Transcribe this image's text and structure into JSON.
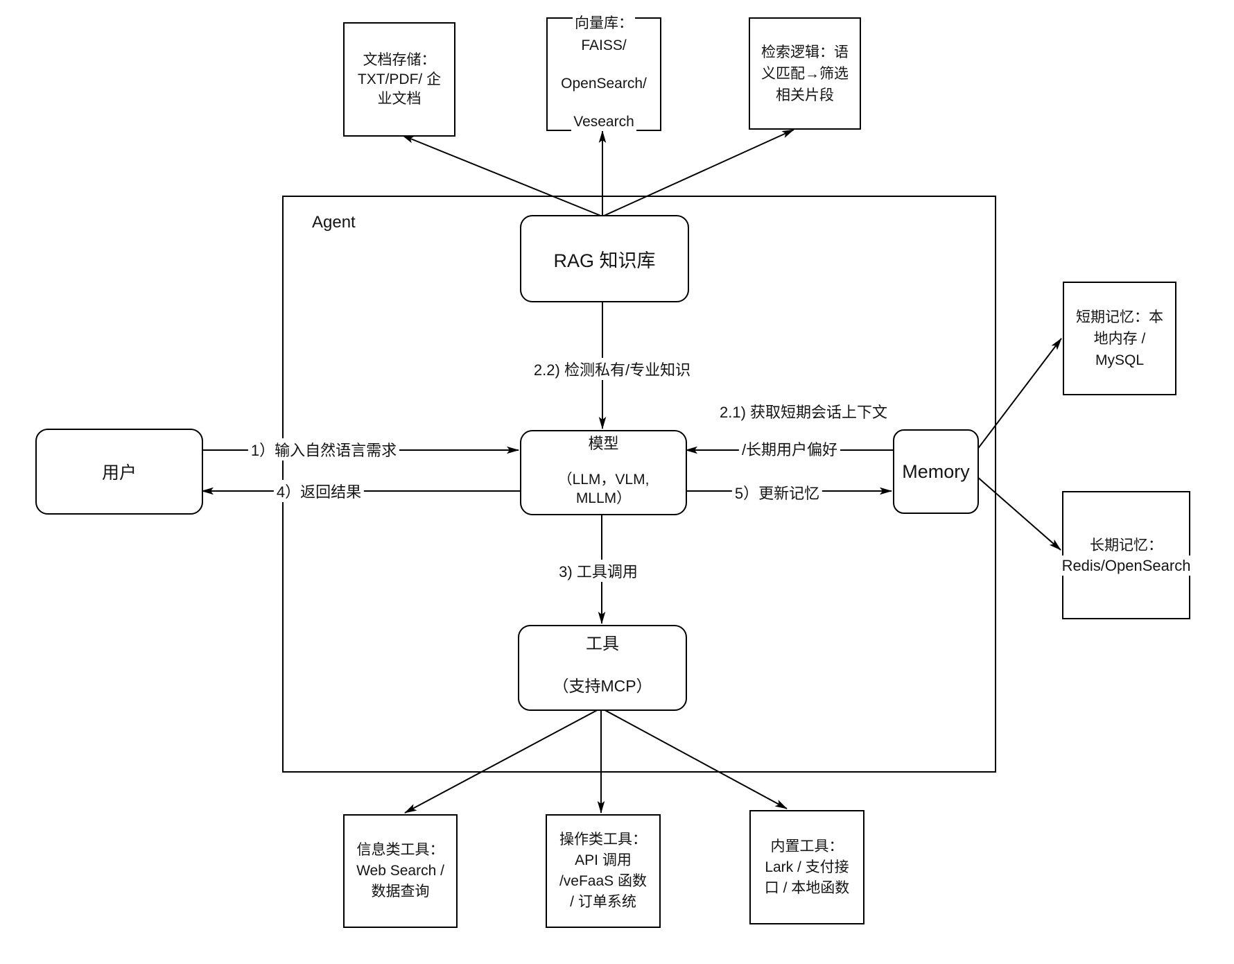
{
  "colors": {
    "stroke": "#000000",
    "text": "#141414",
    "background": "#ffffff"
  },
  "agent": {
    "label": "Agent"
  },
  "nodes": {
    "user": {
      "label": "用户"
    },
    "rag": {
      "label": "RAG 知识库"
    },
    "model": {
      "line1": "模型",
      "line2": "（LLM，VLM,",
      "line3": "MLLM）"
    },
    "memory": {
      "label": "Memory"
    },
    "tools": {
      "line1": "工具",
      "line2": "（支持MCP）"
    },
    "doc_store": {
      "line1": "文档存储：",
      "line2": "TXT/PDF/ 企",
      "line3": "业文档"
    },
    "vector_db": {
      "line1": "向量库：",
      "line2": "FAISS/",
      "line3": "OpenSearch/",
      "line4": "Vesearch"
    },
    "retrieval": {
      "line1": "检索逻辑：语",
      "line2": "义匹配→筛选",
      "line3": "相关片段"
    },
    "short_term": {
      "line1": "短期记忆：本",
      "line2": "地内存 /",
      "line3": "MySQL"
    },
    "long_term": {
      "line1": "长期记忆：",
      "line2": "Redis/OpenSearch"
    },
    "info_tools": {
      "line1": "信息类工具：",
      "line2": "Web Search /",
      "line3": "数据查询"
    },
    "action_tools": {
      "line1": "操作类工具：",
      "line2": "API 调用",
      "line3": "/veFaaS 函数",
      "line4": "/ 订单系统"
    },
    "builtin_tools": {
      "line1": "内置工具：",
      "line2": "Lark / 支付接",
      "line3": "口 / 本地函数"
    }
  },
  "edges": {
    "input": "1）输入自然语言需求",
    "return": "4）返回结果",
    "detect": "2.2) 检测私有/专业知识",
    "context_line1": "2.1) 获取短期会话上下文",
    "context_line2": "/长期用户偏好",
    "update": "5）更新记忆",
    "tool_call": "3) 工具调用"
  }
}
